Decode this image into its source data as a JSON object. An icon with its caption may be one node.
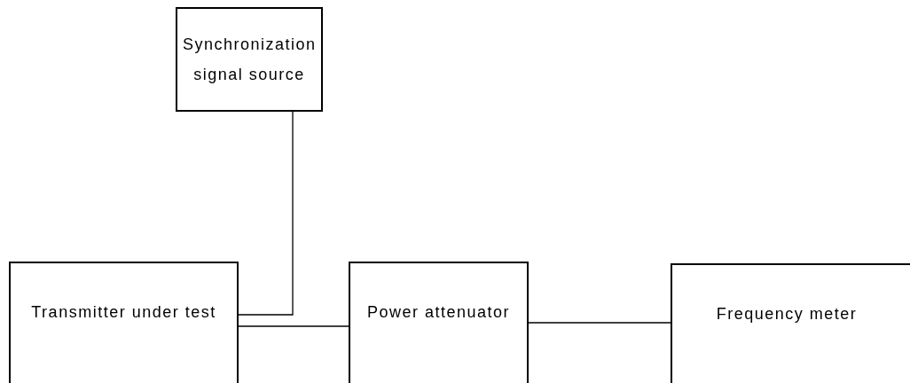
{
  "diagram": {
    "nodes": [
      {
        "text": [
          "Synchronization signal source"
        ]
      },
      {
        "text": [
          "Transmitter under test"
        ]
      },
      {
        "text": [
          "Power attenuator"
        ]
      },
      {
        "text": [
          "Frequency meter"
        ]
      }
    ],
    "edges": [
      {
        "from": 0,
        "to": 1,
        "arrow": "none"
      },
      {
        "from": 1,
        "to": 2,
        "arrow": "none"
      },
      {
        "from": 2,
        "to": 3,
        "arrow": "none"
      }
    ]
  }
}
